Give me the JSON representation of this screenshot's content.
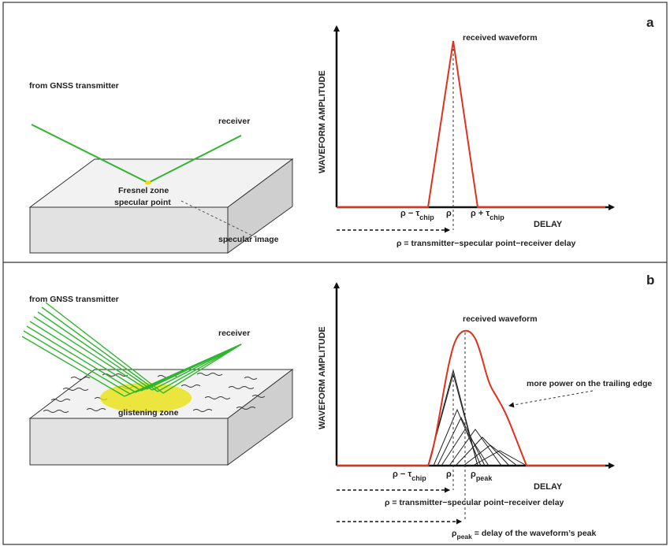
{
  "colors": {
    "beam": "#2fb52f",
    "waveform": "#e0301e",
    "glisten": "#e8e000",
    "box_top": "#f2f2f2",
    "box_front": "#e2e2e2",
    "box_side": "#cfcfcf"
  },
  "panel_a": {
    "letter": "a",
    "transmitter_label": "from GNSS transmitter",
    "receiver_label": "receiver",
    "fresnel_label_1": "Fresnel zone",
    "fresnel_label_2": "specular point",
    "specular_image_label": "specular image",
    "chart": {
      "ylabel": "WAVEFORM AMPLITUDE",
      "xlabel": "DELAY",
      "waveform_label": "received waveform",
      "tick_left": "ρ − τ",
      "tick_left_sub": "chip",
      "tick_mid": "ρ",
      "tick_right": "ρ + τ",
      "tick_right_sub": "chip",
      "caption": "ρ = transmitter−specular point−receiver delay"
    }
  },
  "panel_b": {
    "letter": "b",
    "transmitter_label": "from GNSS transmitter",
    "receiver_label": "receiver",
    "glisten_label": "glistening zone",
    "chart": {
      "ylabel": "WAVEFORM AMPLITUDE",
      "xlabel": "DELAY",
      "waveform_label": "received waveform",
      "trailing_label": "more power on the trailing edge",
      "tick_left": "ρ − τ",
      "tick_left_sub": "chip",
      "tick_mid": "ρ",
      "tick_peak": "ρ",
      "tick_peak_sub": "peak",
      "caption_1": "ρ = transmitter−specular point−receiver delay",
      "caption_2_main": "ρ",
      "caption_2_sub": "peak",
      "caption_2_rest": " = delay of the waveform’s peak"
    }
  }
}
